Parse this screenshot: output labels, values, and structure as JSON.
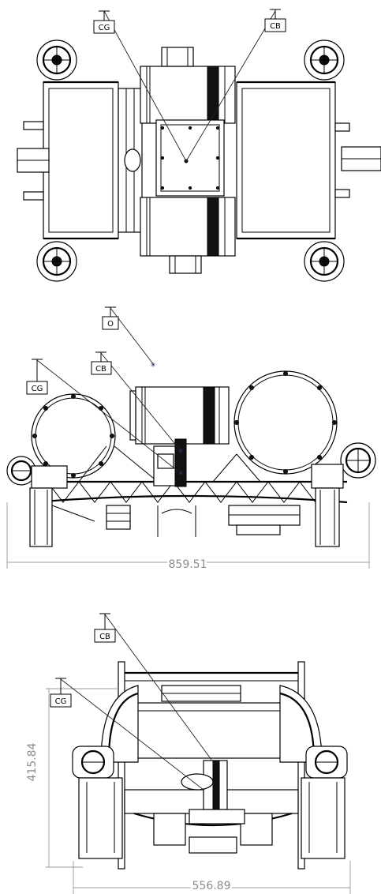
{
  "views": {
    "top": {
      "tags": [
        {
          "id": "cg",
          "label": "CG"
        },
        {
          "id": "cb",
          "label": "CB"
        }
      ]
    },
    "side": {
      "tags": [
        {
          "id": "o",
          "label": "O"
        },
        {
          "id": "cb",
          "label": "CB"
        },
        {
          "id": "cg",
          "label": "CG"
        }
      ],
      "dimension": "859.51"
    },
    "front": {
      "tags": [
        {
          "id": "cb",
          "label": "CB"
        },
        {
          "id": "cg",
          "label": "CG"
        }
      ],
      "height_dimension": "415.84",
      "width_dimension": "556.89"
    }
  },
  "marker_glyph": "*"
}
